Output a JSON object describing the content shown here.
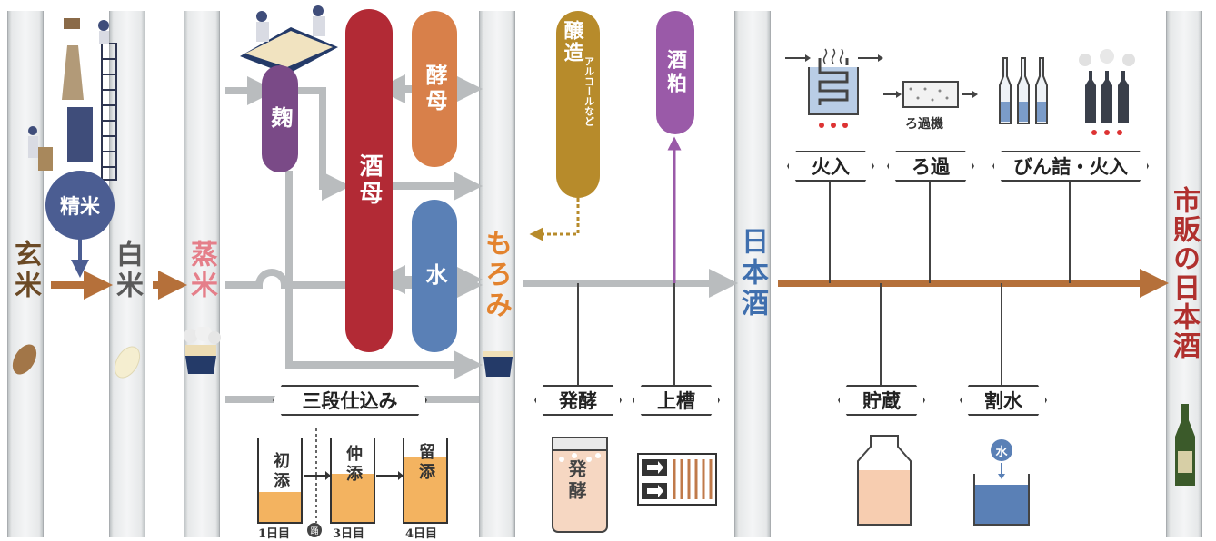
{
  "pillars": {
    "genmai": "玄米",
    "hakumai": "白米",
    "mushimai": "蒸米",
    "moromi": "もろみ",
    "nihonshu": "日本酒",
    "shihan": "市販の日本酒"
  },
  "seimai": "精米",
  "ingredients": {
    "koji": "麹",
    "shubo": "酒母",
    "kobo": "酵母",
    "mizu": "水",
    "jozo": "醸造",
    "jozo_sub": "アルコールなど",
    "sakekasu": "酒粕"
  },
  "steps": {
    "sandan": "三段仕込み",
    "hakko": "発酵",
    "joso": "上槽",
    "hiire": "火入",
    "roka": "ろ過",
    "binzume": "びん詰・火入",
    "chozo": "貯蔵",
    "warimizu": "割水"
  },
  "equipment": {
    "roka_ki": "ろ過機",
    "hakko_tank": "発酵",
    "mizu_drop": "水"
  },
  "sandan_tanks": {
    "hatsuzoe": "初添",
    "nakazoe": "仲添",
    "tomezoe": "留添",
    "day1": "1日目",
    "odori": "踊",
    "day3": "3日目",
    "day4": "4日目"
  },
  "colors": {
    "brown_flow": "#b5703a",
    "gray_flow": "#b9bcbe",
    "koji": "#7a4a87",
    "shubo": "#b22a35",
    "kobo": "#d8804a",
    "mizu": "#5a80b6",
    "jozo": "#b78b2b",
    "sakekasu": "#9a5aa8",
    "seimai": "#4b5d92",
    "nihonshu_text": "#3f6fae",
    "shihan_text": "#b0302e",
    "moromi_text": "#e3832e",
    "mushimai_text": "#e57f8a",
    "genmai_text": "#6b4a26"
  }
}
